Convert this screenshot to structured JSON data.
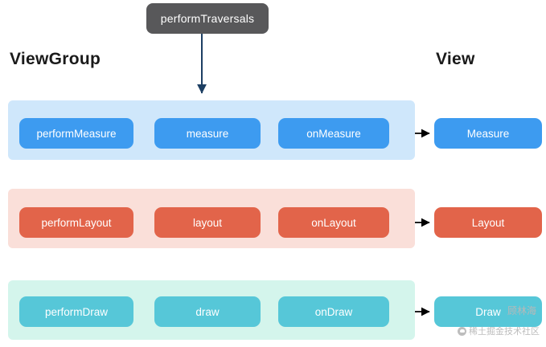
{
  "diagram": {
    "top_node": {
      "label": "performTraversals"
    },
    "columns": {
      "left_heading": "ViewGroup",
      "right_heading": "View"
    },
    "colors": {
      "top_node": "#58585a",
      "measure_band": "#cfe7fb",
      "measure_node": "#3d9bf0",
      "layout_band": "#fadfd9",
      "layout_node": "#e2644a",
      "draw_band": "#d4f5ec",
      "draw_node": "#56c7d8",
      "arrow": "#000000"
    },
    "rows": [
      {
        "id": "measure",
        "nodes": [
          {
            "label": "performMeasure"
          },
          {
            "label": "measure"
          },
          {
            "label": "onMeasure"
          },
          {
            "label": "Measure"
          }
        ]
      },
      {
        "id": "layout",
        "nodes": [
          {
            "label": "performLayout"
          },
          {
            "label": "layout"
          },
          {
            "label": "onLayout"
          },
          {
            "label": "Layout"
          }
        ]
      },
      {
        "id": "draw",
        "nodes": [
          {
            "label": "performDraw"
          },
          {
            "label": "draw"
          },
          {
            "label": "onDraw"
          },
          {
            "label": "Draw"
          }
        ]
      }
    ]
  },
  "watermark": {
    "author": "顾林海",
    "site": "稀土掘金技术社区"
  }
}
